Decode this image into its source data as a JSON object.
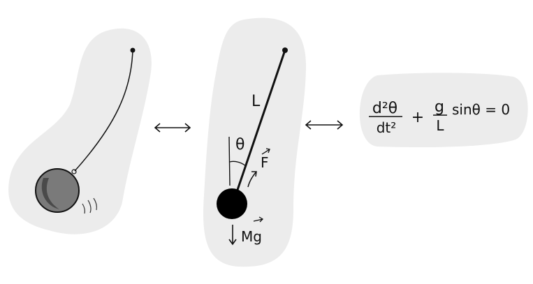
{
  "colors": {
    "blob": "#ececec",
    "ink": "#111111",
    "bob_left": "#6e6e6e"
  },
  "middle": {
    "length_label": "L",
    "angle_label": "θ",
    "force_label": "F",
    "weight_label": "Mg"
  },
  "equation": {
    "numerator": "d²θ",
    "denominator": "dt²",
    "plus": "+",
    "g_num": "g",
    "g_den": "L",
    "rest": "sinθ = 0"
  }
}
